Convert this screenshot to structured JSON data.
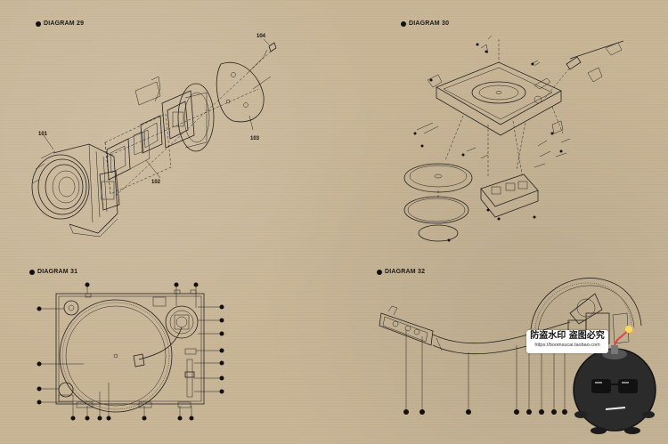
{
  "diagrams": [
    {
      "title": "DIAGRAM 29"
    },
    {
      "title": "DIAGRAM 30"
    },
    {
      "title": "DIAGRAM 31"
    },
    {
      "title": "DIAGRAM 32"
    }
  ],
  "d29_labels": {
    "p101": "101",
    "p102": "102",
    "p103": "103",
    "p104": "104"
  },
  "watermark": {
    "main": "防盗水印 盗图必究",
    "sub": "https://boomsucai.taobao.com"
  },
  "colors": {
    "paper": "#c9b697",
    "ink": "#111111",
    "mascot": "#2b2b2b"
  }
}
